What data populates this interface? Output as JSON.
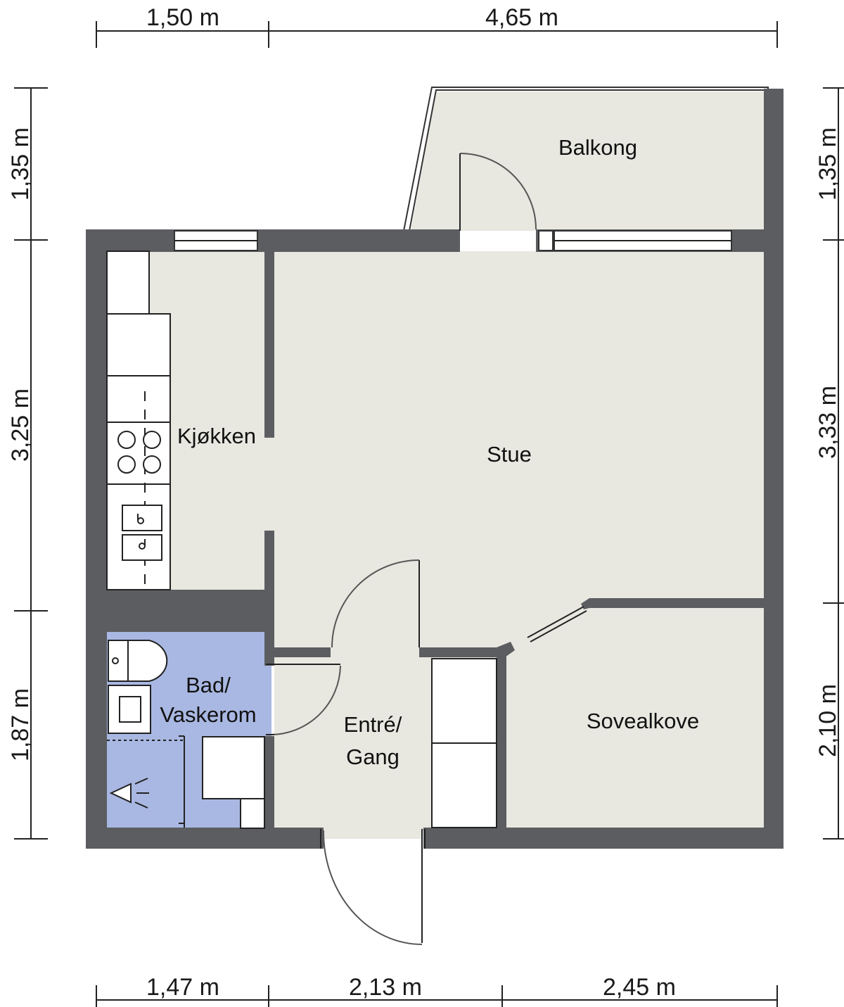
{
  "dimensions": {
    "top": [
      "1,50 m",
      "4,65 m"
    ],
    "bottom": [
      "1,47 m",
      "2,13 m",
      "2,45 m"
    ],
    "left": [
      "1,35 m",
      "3,25 m",
      "1,87 m"
    ],
    "right": [
      "1,35 m",
      "3,33 m",
      "2,10 m"
    ]
  },
  "rooms": {
    "balcony": "Balkong",
    "kitchen": "Kjøkken",
    "living": "Stue",
    "bath_line1": "Bad/",
    "bath_line2": "Vaskerom",
    "hall_line1": "Entré/",
    "hall_line2": "Gang",
    "alcove": "Sovealkove"
  },
  "colors": {
    "wall": "#5b5d60",
    "floor": "#e8e8e1",
    "bathroom": "#a9b8e2"
  }
}
